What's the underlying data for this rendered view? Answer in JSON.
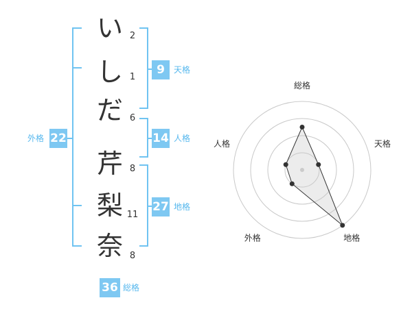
{
  "name": {
    "surname": [
      {
        "char": "い",
        "strokes": "2"
      },
      {
        "char": "し",
        "strokes": "1"
      },
      {
        "char": "だ",
        "strokes": "6"
      }
    ],
    "given": [
      {
        "char": "芹",
        "strokes": "8"
      },
      {
        "char": "梨",
        "strokes": "11"
      },
      {
        "char": "奈",
        "strokes": "8"
      }
    ]
  },
  "fortunes": {
    "tenkaku": {
      "value": "9",
      "label": "天格"
    },
    "jinkaku": {
      "value": "14",
      "label": "人格"
    },
    "chikaku": {
      "value": "27",
      "label": "地格"
    },
    "gaikaku": {
      "value": "22",
      "label": "外格"
    },
    "soukaku": {
      "value": "36",
      "label": "総格"
    }
  },
  "colors": {
    "accent_badge": "#7ec8f2",
    "accent_line": "#6fc3f1",
    "label_text": "#57b8ee"
  },
  "chart_data": {
    "type": "radar",
    "axes": [
      "総格",
      "天格",
      "地格",
      "外格",
      "人格"
    ],
    "rings": 4,
    "max": 4,
    "values": [
      2.5,
      1,
      4,
      1,
      1
    ]
  }
}
